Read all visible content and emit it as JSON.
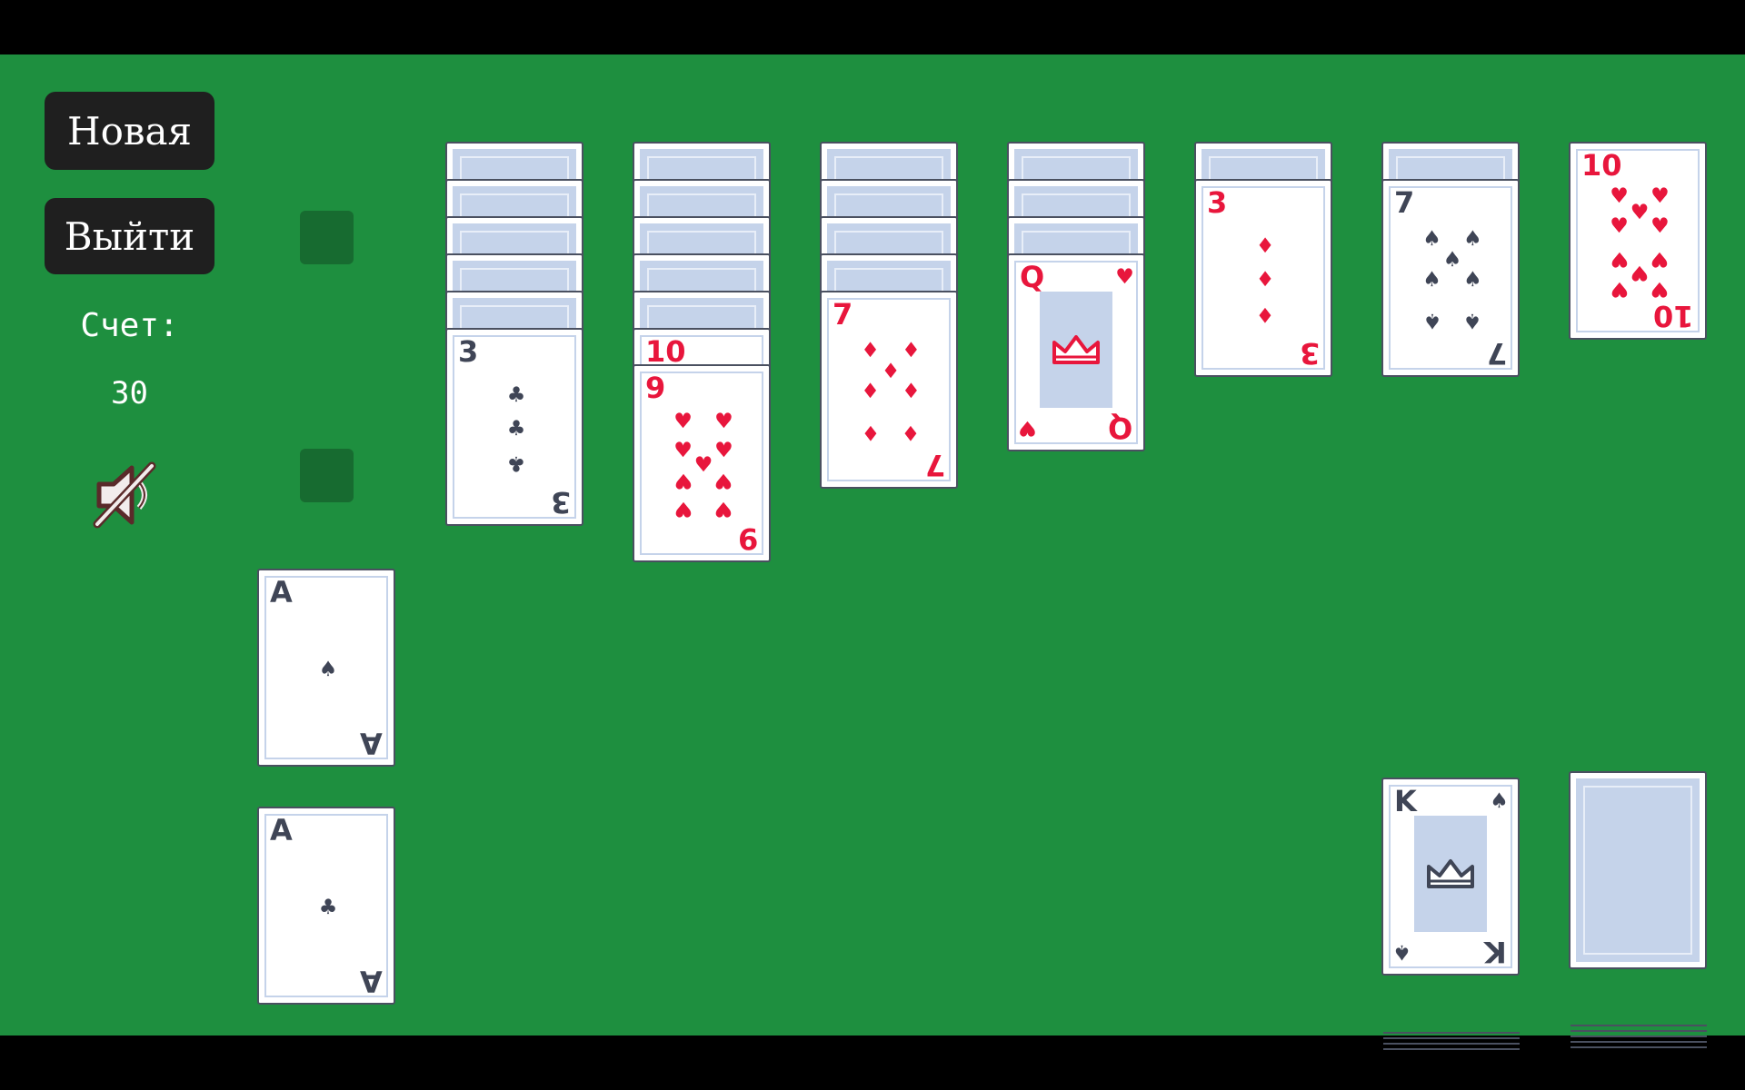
{
  "colors": {
    "felt": "#1e8f3f",
    "slot": "#176b30",
    "button": "#1f1f1f",
    "red_suit": "#e8163c",
    "dark_suit": "#3f4556"
  },
  "menu": {
    "new_label": "Новая",
    "exit_label": "Выйти",
    "score_label": "Счет:",
    "score_value": "30",
    "sound_icon": "speaker-muted-icon"
  },
  "foundations": [
    {
      "slot": "empty"
    },
    {
      "slot": "empty"
    },
    {
      "rank": "A",
      "suit": "♠",
      "color": "dark"
    },
    {
      "rank": "A",
      "suit": "♣",
      "color": "dark"
    }
  ],
  "tableau": [
    {
      "hidden": 5,
      "visible": [
        {
          "rank": "3",
          "suit": "♣",
          "color": "dark"
        }
      ]
    },
    {
      "hidden": 5,
      "visible": [
        {
          "rank": "10",
          "suit": "♥",
          "color": "red"
        },
        {
          "rank": "9",
          "suit": "♥",
          "color": "red"
        }
      ]
    },
    {
      "hidden": 4,
      "visible": [
        {
          "rank": "7",
          "suit": "♦",
          "color": "red"
        }
      ]
    },
    {
      "hidden": 3,
      "visible": [
        {
          "rank": "Q",
          "suit": "♥",
          "color": "red"
        }
      ]
    },
    {
      "hidden": 1,
      "visible": [
        {
          "rank": "3",
          "suit": "♦",
          "color": "red"
        }
      ]
    },
    {
      "hidden": 1,
      "visible": [
        {
          "rank": "7",
          "suit": "♠",
          "color": "dark"
        }
      ]
    },
    {
      "hidden": 0,
      "visible": [
        {
          "rank": "10",
          "suit": "♥",
          "color": "red"
        }
      ]
    }
  ],
  "waste": {
    "rank": "K",
    "suit": "♠",
    "color": "dark"
  },
  "stock": {
    "state": "face-down"
  }
}
